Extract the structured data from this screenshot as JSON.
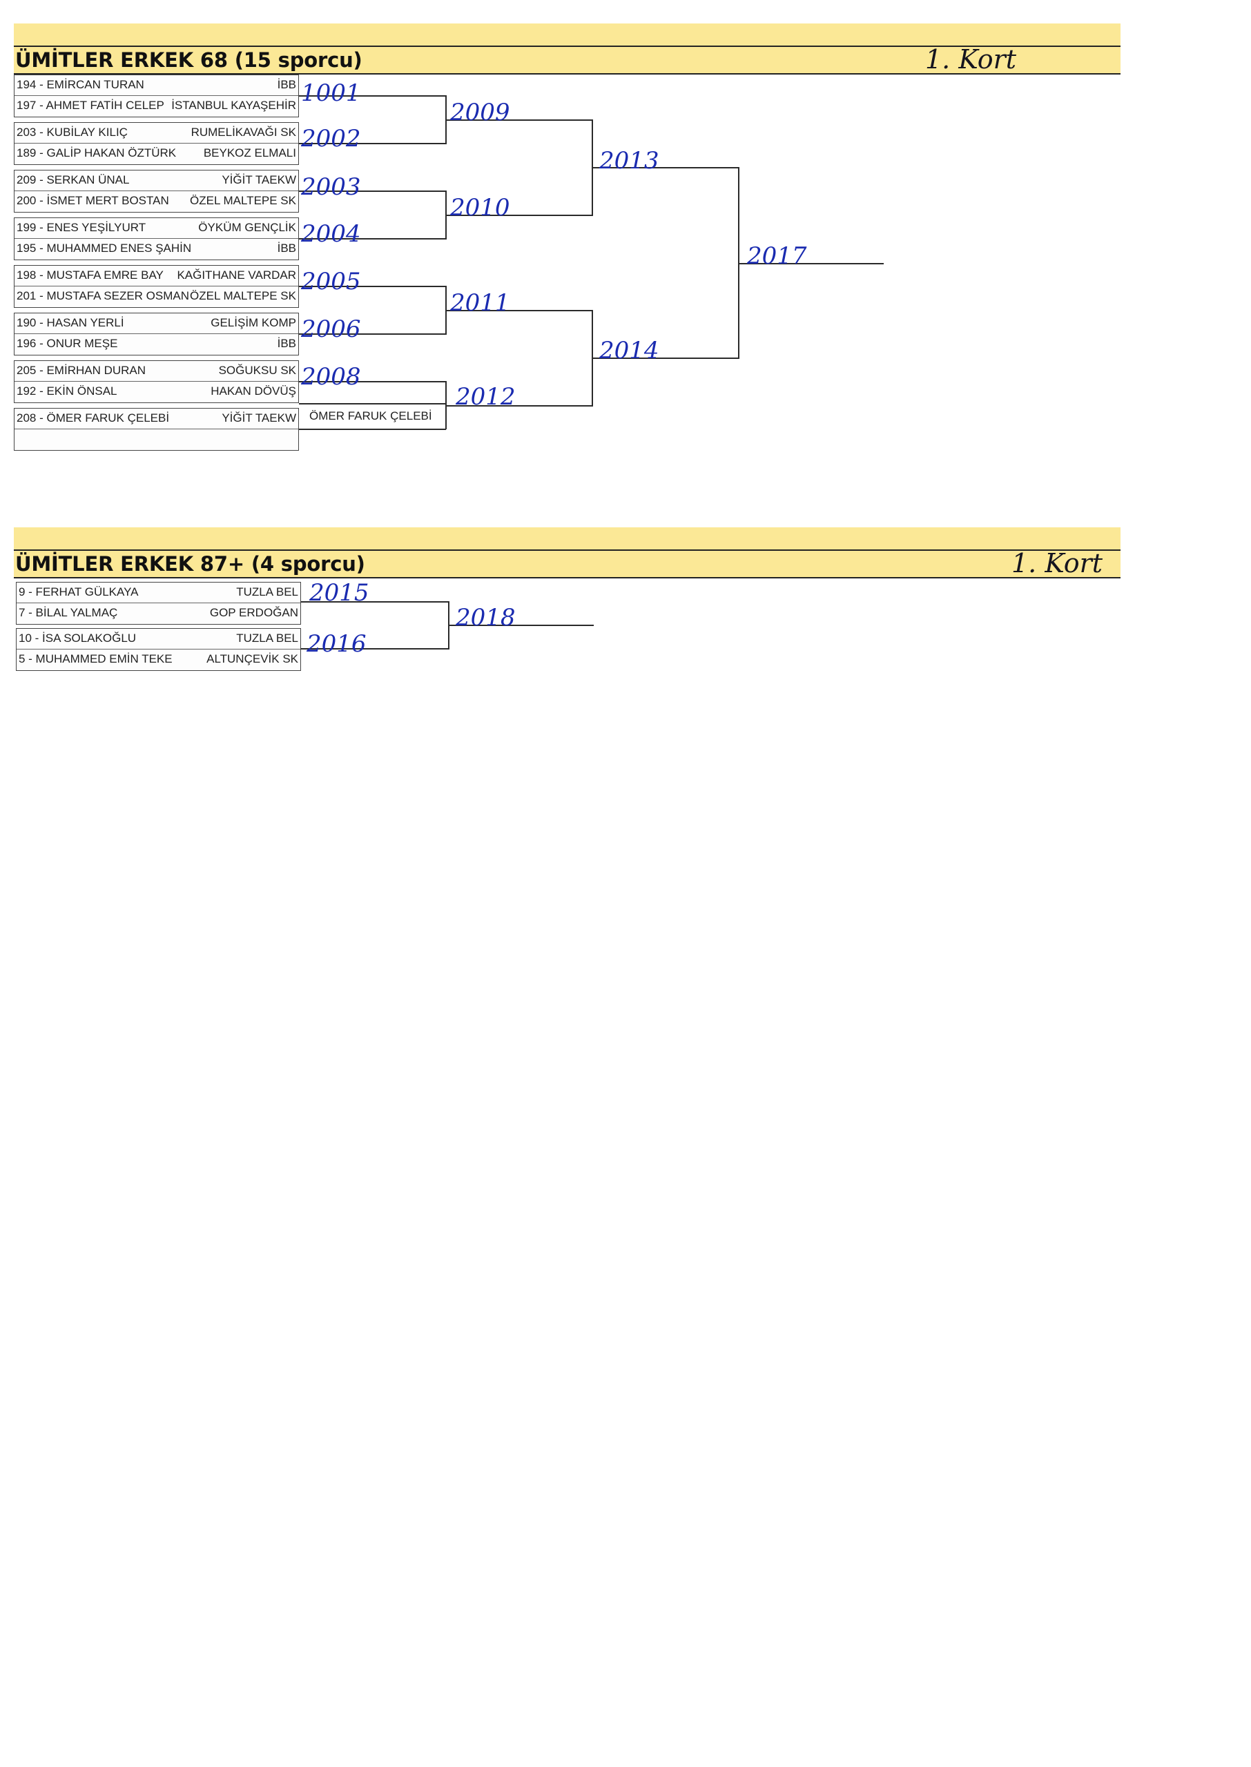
{
  "brackets": [
    {
      "title": "ÜMİTLER ERKEK 68 (15 sporcu)",
      "note": "1. Kort",
      "pairs": [
        {
          "a_name": "194 - EMİRCAN TURAN",
          "a_club": "İBB",
          "b_name": "197 - AHMET FATİH CELEP",
          "b_club": "İSTANBUL KAYAŞEHİR",
          "match": "1001"
        },
        {
          "a_name": "203 - KUBİLAY KILIÇ",
          "a_club": "RUMELİKAVAĞI SK",
          "b_name": "189 - GALİP HAKAN ÖZTÜRK",
          "b_club": "BEYKOZ ELMALI",
          "match": "2002"
        },
        {
          "a_name": "209 - SERKAN ÜNAL",
          "a_club": "YİĞİT TAEKW",
          "b_name": "200 - İSMET MERT BOSTAN",
          "b_club": "ÖZEL MALTEPE SK",
          "match": "2003"
        },
        {
          "a_name": "199 - ENES YEŞİLYURT",
          "a_club": "ÖYKÜM GENÇLİK",
          "b_name": "195 - MUHAMMED ENES ŞAHİN",
          "b_club": "İBB",
          "match": "2004"
        },
        {
          "a_name": "198 - MUSTAFA EMRE BAY",
          "a_club": "KAĞITHANE VARDAR",
          "b_name": "201 - MUSTAFA SEZER OSMANOĞLU",
          "b_club": "ÖZEL MALTEPE SK",
          "match": "2005"
        },
        {
          "a_name": "190 - HASAN YERLİ",
          "a_club": "GELİŞİM KOMP",
          "b_name": "196 - ONUR MEŞE",
          "b_club": "İBB",
          "match": "2006"
        },
        {
          "a_name": "205 - EMİRHAN DURAN",
          "a_club": "SOĞUKSU SK",
          "b_name": "192 - EKİN ÖNSAL",
          "b_club": "HAKAN DÖVÜŞ",
          "match": "2008"
        },
        {
          "a_name": "208 - ÖMER FARUK ÇELEBİ",
          "a_club": "YİĞİT TAEKW",
          "b_name": "",
          "b_club": "",
          "match": ""
        }
      ],
      "bye_advance": "ÖMER FARUK ÇELEBİ",
      "round2": [
        "2009",
        "2010",
        "2011",
        "2012"
      ],
      "round3": [
        "2013",
        "2014"
      ],
      "final": "2017"
    },
    {
      "title": "ÜMİTLER ERKEK 87+ (4 sporcu)",
      "note": "1. Kort",
      "pairs": [
        {
          "a_name": "9 - FERHAT GÜLKAYA",
          "a_club": "TUZLA BEL",
          "b_name": "7 - BİLAL YALMAÇ",
          "b_club": "GOP ERDOĞAN",
          "match": "2015"
        },
        {
          "a_name": "10 - İSA SOLAKOĞLU",
          "a_club": "TUZLA BEL",
          "b_name": "5 - MUHAMMED EMİN TEKE",
          "b_club": "ALTUNÇEVİK SK",
          "match": "2016"
        }
      ],
      "final": "2018"
    }
  ]
}
